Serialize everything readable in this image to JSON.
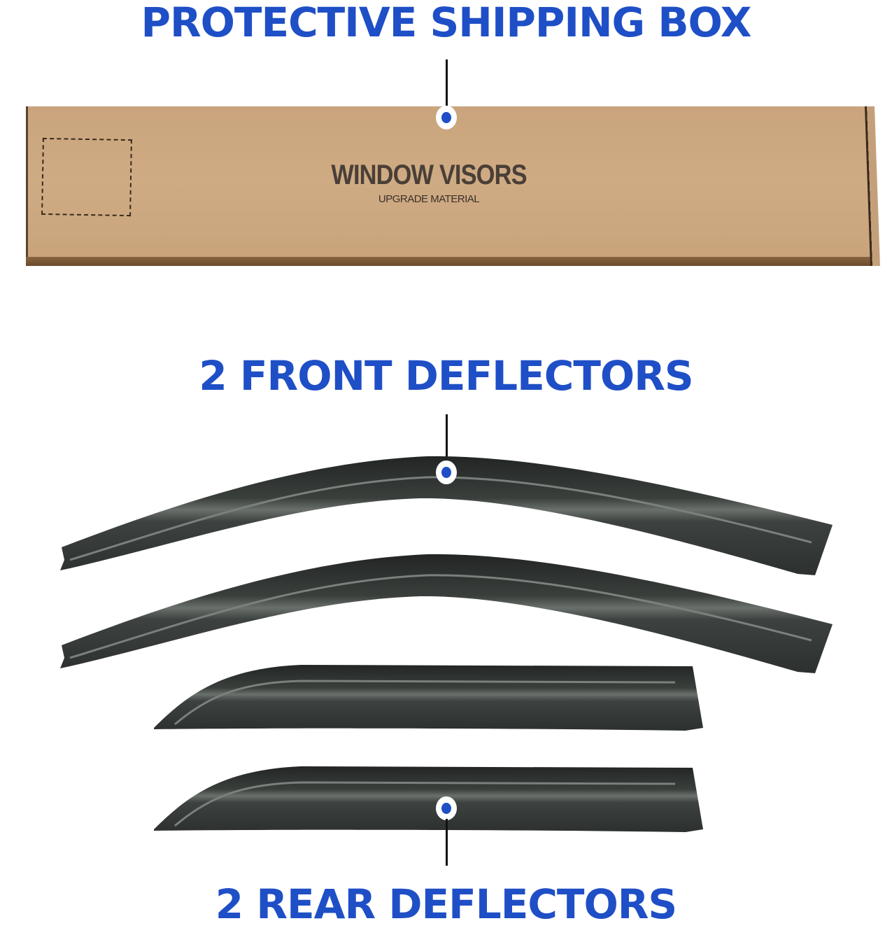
{
  "headings": {
    "box": "PROTECTIVE SHIPPING BOX",
    "front": "2 FRONT DEFLECTORS",
    "rear": "2 REAR DEFLECTORS"
  },
  "box": {
    "title": "WINDOW VISORS",
    "subtitle": "UPGRADE MATERIAL"
  },
  "colors": {
    "accent": "#1f4fc6",
    "cardboard": "#cba67f",
    "visor": "#2e3230"
  },
  "contents": [
    {
      "item": "shipping box",
      "quantity": 1
    },
    {
      "item": "front deflector",
      "quantity": 2
    },
    {
      "item": "rear deflector",
      "quantity": 2
    }
  ]
}
